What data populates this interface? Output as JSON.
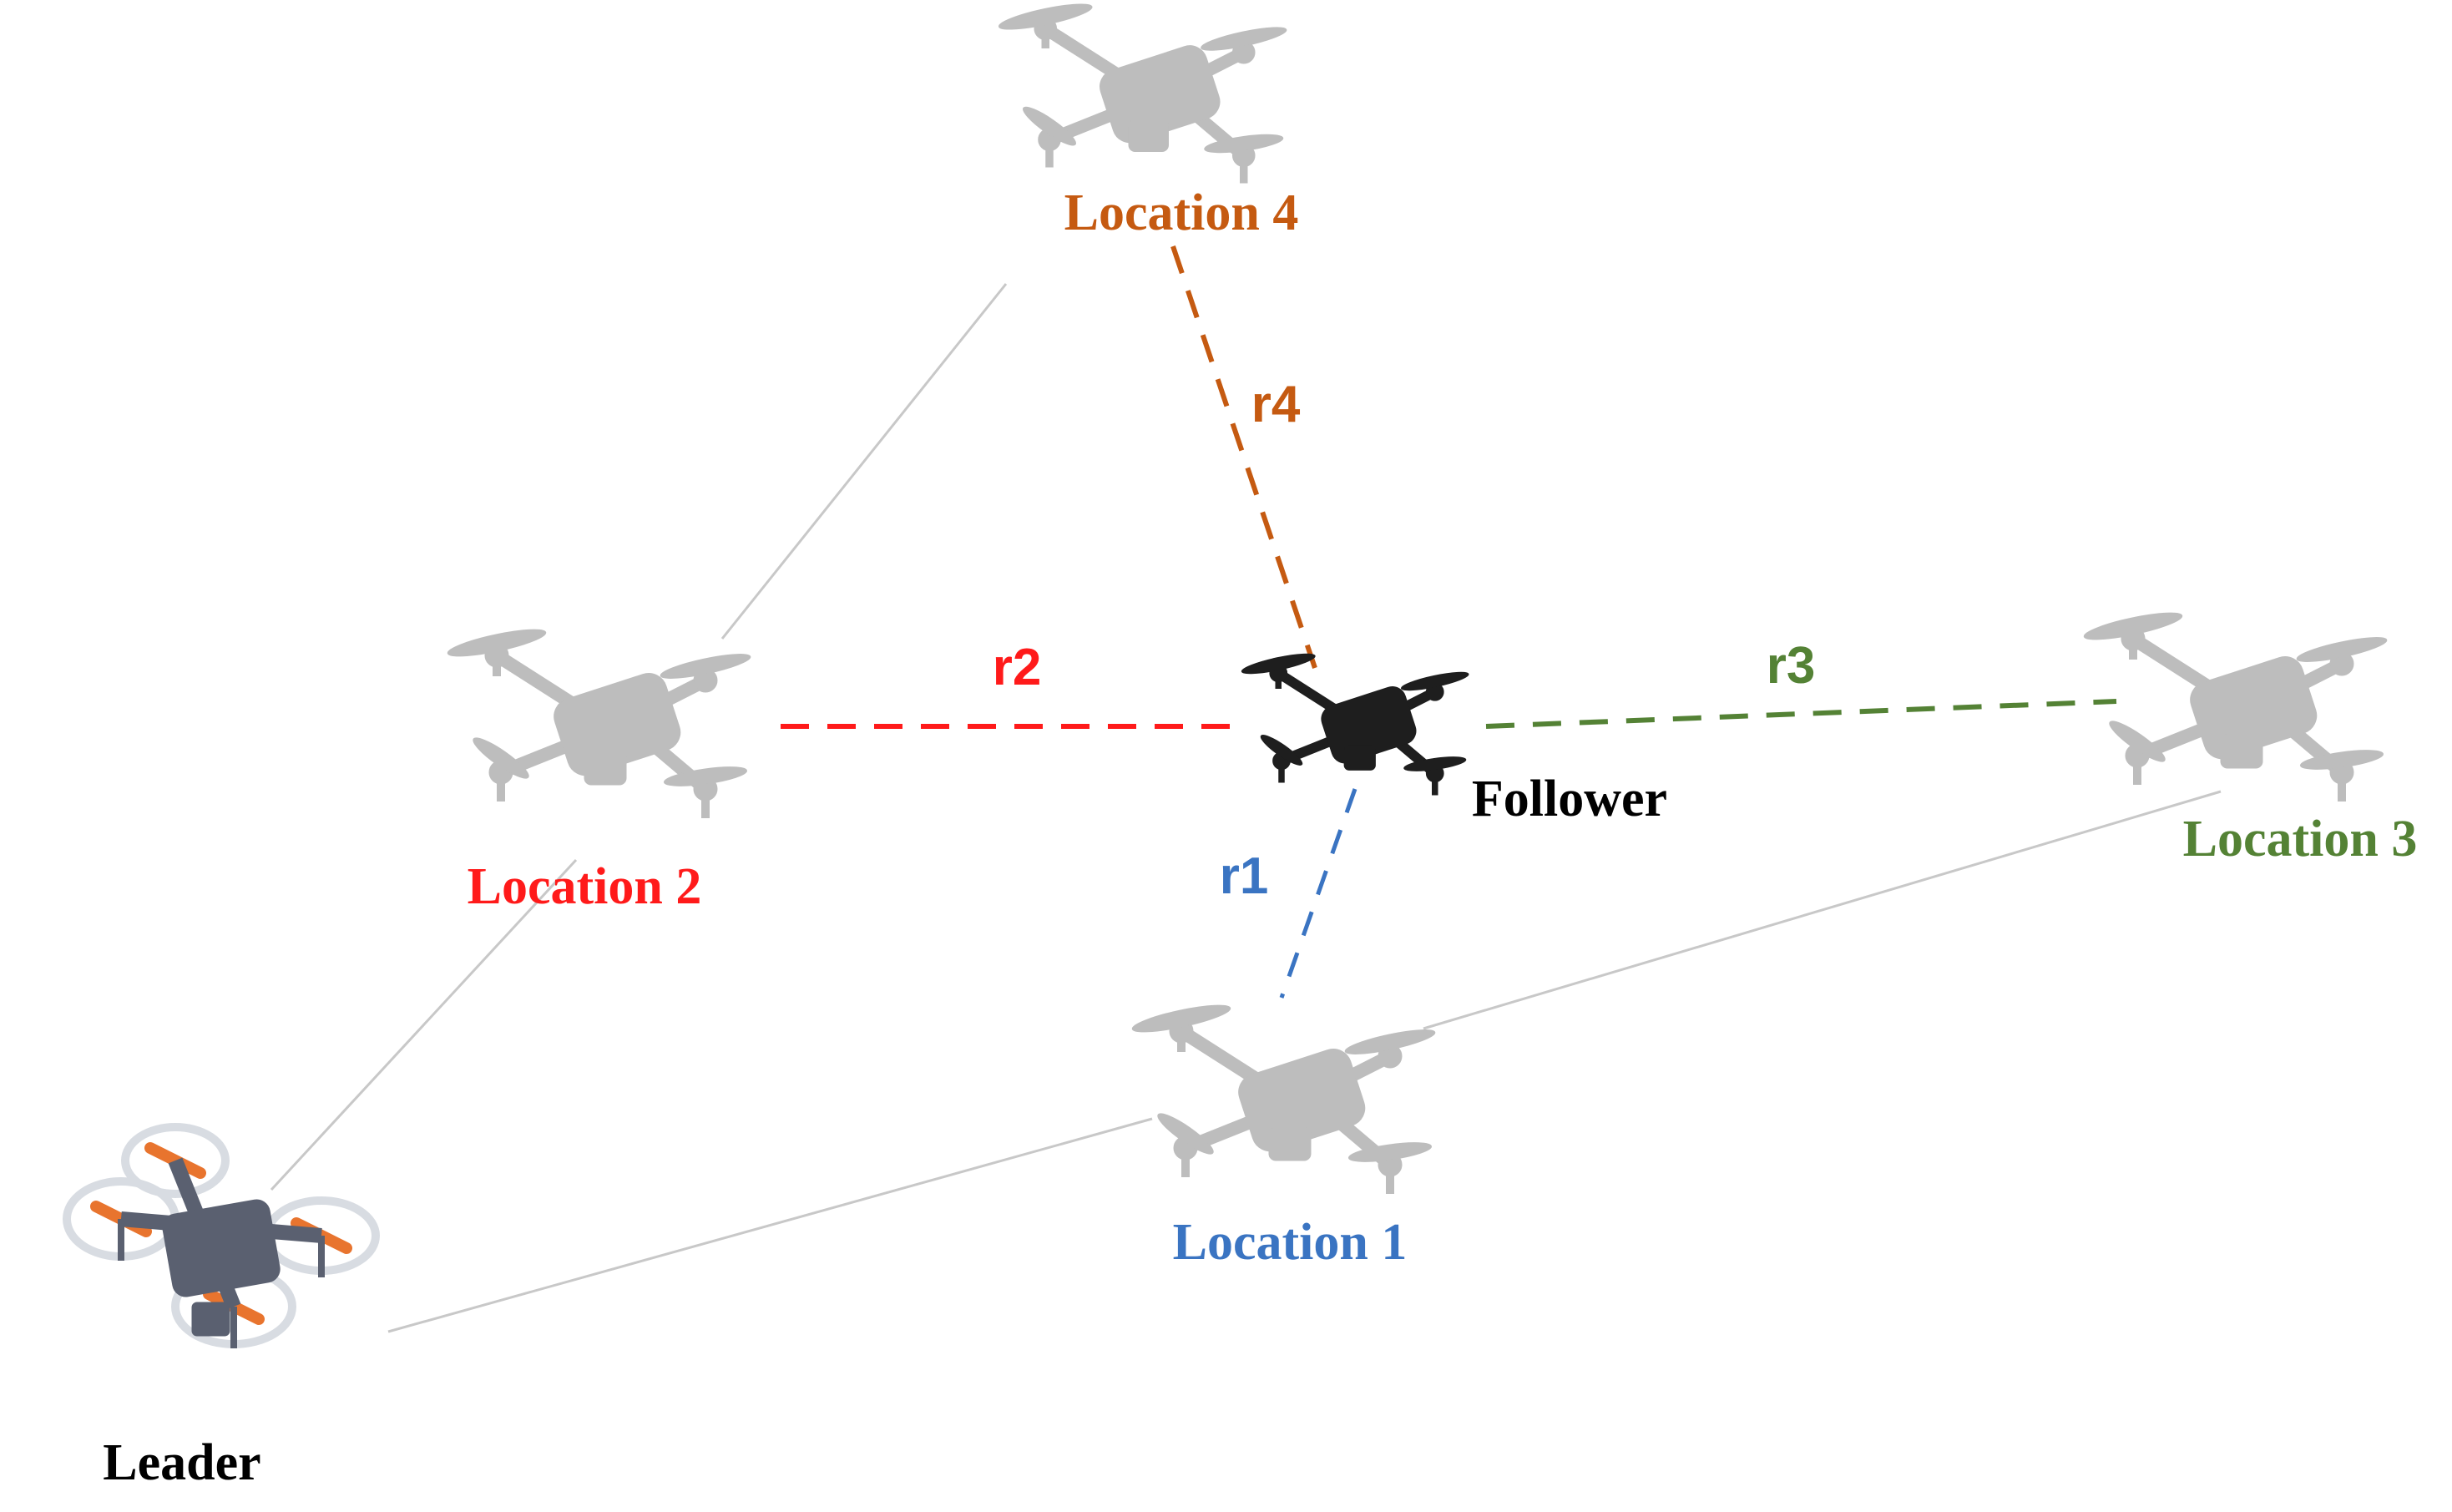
{
  "nodes": {
    "leader": {
      "label": "Leader",
      "color": "#000000"
    },
    "follower": {
      "label": "Follower",
      "color": "#000000"
    },
    "location1": {
      "label": "Location 1",
      "color": "#3A74C2"
    },
    "location2": {
      "label": "Location 2",
      "color": "#FF1A1A"
    },
    "location3": {
      "label": "Location 3",
      "color": "#548235"
    },
    "location4": {
      "label": "Location 4",
      "color": "#C55A11"
    }
  },
  "ranges": {
    "r1": {
      "label": "r1",
      "color": "#3A74C2"
    },
    "r2": {
      "label": "r2",
      "color": "#FF1A1A"
    },
    "r3": {
      "label": "r3",
      "color": "#548235"
    },
    "r4": {
      "label": "r4",
      "color": "#C55A11"
    }
  },
  "colors": {
    "path_line": "#C8C8C8",
    "ghost_drone": "#BDBDBD",
    "follower_drone": "#1E1E1E",
    "leader_body": "#5A6070",
    "leader_prop": "#E8742E"
  },
  "icons": {
    "leader": "quadcopter-leader-icon",
    "follower": "quadcopter-follower-icon",
    "ghost": "quadcopter-ghost-icon"
  }
}
